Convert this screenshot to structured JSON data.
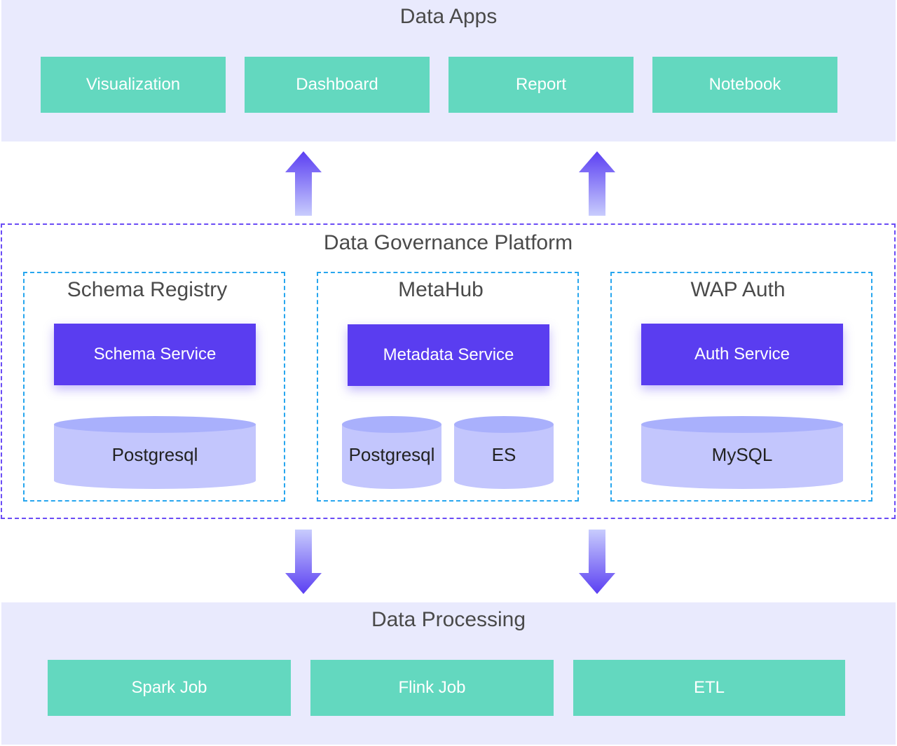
{
  "top_layer": {
    "title": "Data Apps",
    "apps": [
      "Visualization",
      "Dashboard",
      "Report",
      "Notebook"
    ]
  },
  "platform": {
    "title": "Data Governance Platform",
    "modules": [
      {
        "title": "Schema Registry",
        "service": "Schema Service",
        "stores": [
          "Postgresql"
        ]
      },
      {
        "title": "MetaHub",
        "service": "Metadata Service",
        "stores": [
          "Postgresql",
          "ES"
        ]
      },
      {
        "title": "WAP Auth",
        "service": "Auth Service",
        "stores": [
          "MySQL"
        ]
      }
    ]
  },
  "bottom_layer": {
    "title": "Data Processing",
    "jobs": [
      "Spark Job",
      "Flink Job",
      "ETL"
    ]
  },
  "colors": {
    "layer_bg": "#e9eafd",
    "teal": "#63d8bf",
    "service": "#5a3df0",
    "platform_border": "#6a4cf5",
    "module_border": "#27a6ee",
    "cylinder_body": "#c3c6fd",
    "cylinder_top": "#a9b0fc",
    "arrow_dark": "#5b3ff2",
    "arrow_light": "#c8ccfd"
  }
}
